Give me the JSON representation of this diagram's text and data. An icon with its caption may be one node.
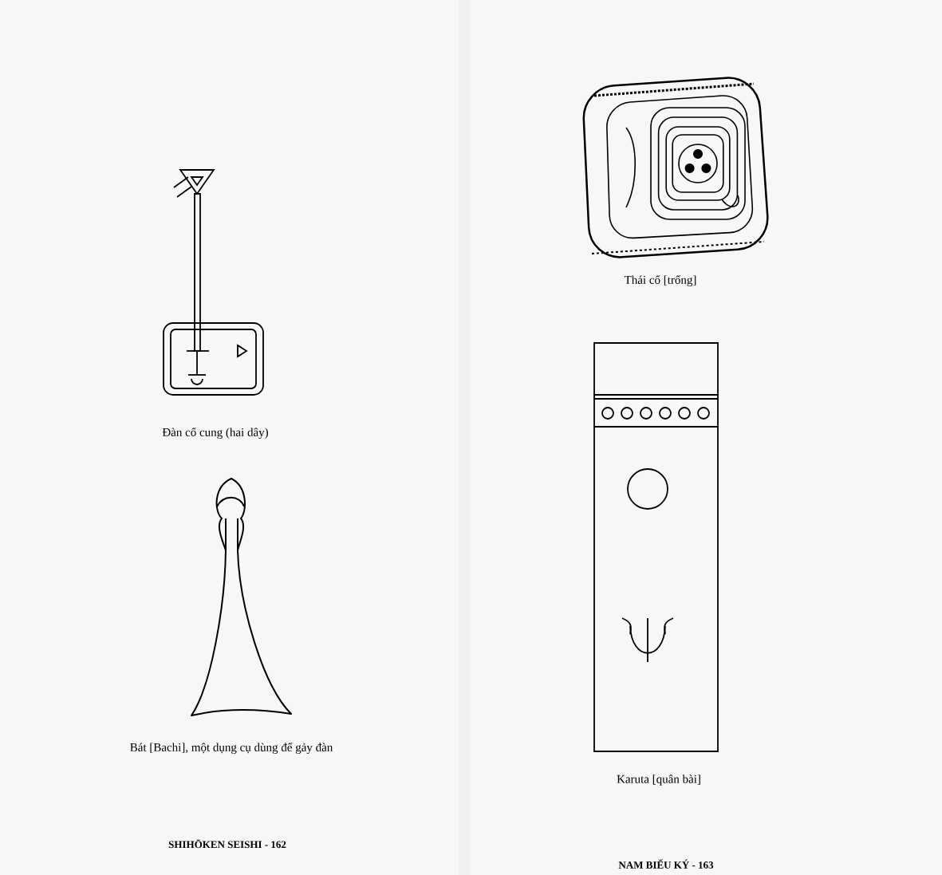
{
  "diagram": {
    "labels": [
      "Đàn cổ cung (hai dây)",
      "Bát [Bachi], một dụng cụ dùng để gảy đàn",
      "SHIHŌKEN SEISHI - 162",
      "Thái cổ [trống]",
      "Karuta [quân bài]",
      "NAM BIỂU KÝ - 163"
    ]
  }
}
